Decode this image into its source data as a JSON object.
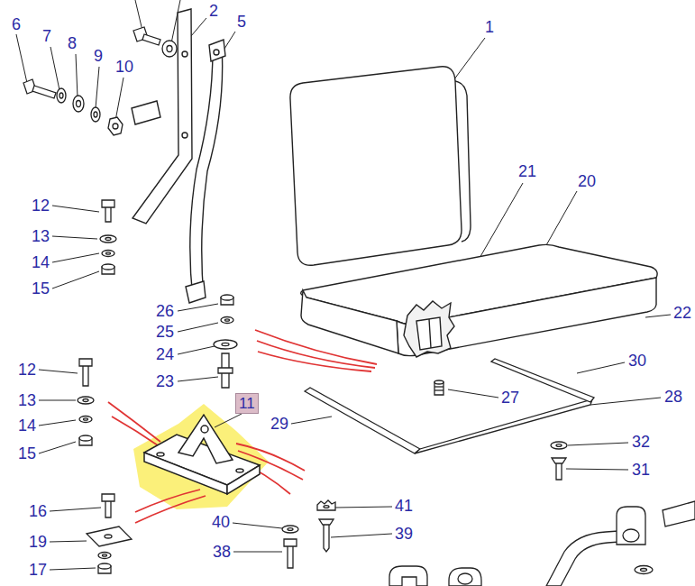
{
  "diagram": {
    "nodes": [
      {
        "text": [
          "11"
        ]
      }
    ],
    "labels": [
      "6",
      "7",
      "8",
      "9",
      "10",
      "2",
      "5",
      "1",
      "21",
      "20",
      "22",
      "12",
      "13",
      "14",
      "15",
      "26",
      "25",
      "24",
      "23",
      "30",
      "28",
      "27",
      "12",
      "13",
      "14",
      "15",
      "29",
      "32",
      "31",
      "16",
      "19",
      "17",
      "40",
      "41",
      "38",
      "39"
    ]
  }
}
